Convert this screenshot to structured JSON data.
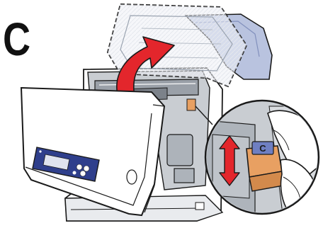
{
  "step": {
    "letter": "C"
  },
  "callout": {
    "cartridge_label": "C"
  },
  "colors": {
    "outline": "#1a1a1a",
    "printer_body": "#ffffff",
    "interior_gray": "#c9cdd2",
    "tray_blue": "#b9c3df",
    "panel_navy": "#2f3f8c",
    "arrow_red": "#e3262c",
    "cartridge_tan": "#e8a062",
    "label_blue": "#6f7fc2"
  },
  "icons": [
    "red-lift-arrow",
    "red-double-arrow",
    "hand-icon"
  ]
}
